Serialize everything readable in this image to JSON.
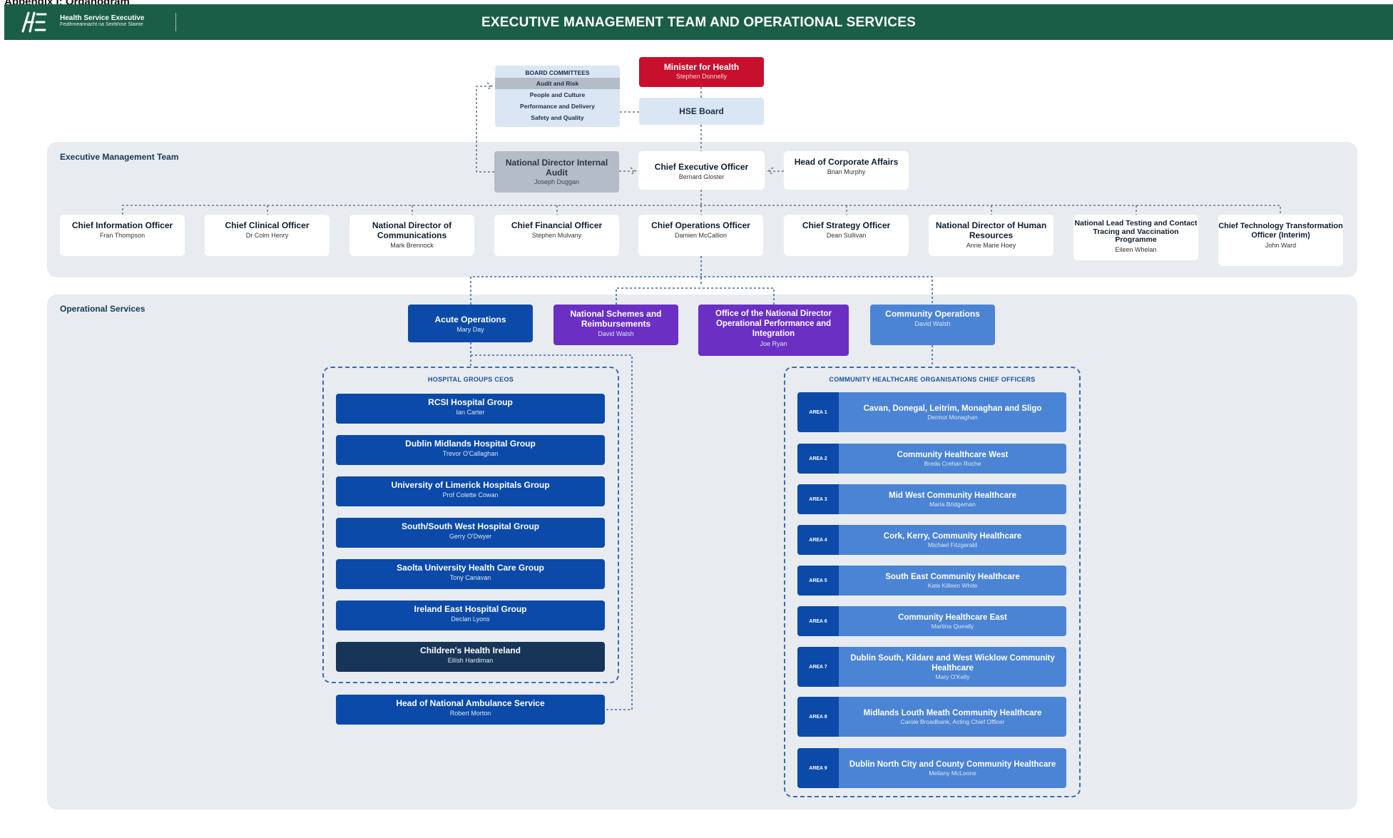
{
  "top_caption": "Appendix I: Organogram",
  "header": {
    "logo_name": "Health Service Executive",
    "logo_tagline": "Feidhmeannacht na Seirbhíse Sláinte",
    "title": "EXECUTIVE MANAGEMENT TEAM AND OPERATIONAL SERVICES"
  },
  "board_committees": {
    "heading": "BOARD COMMITTEES",
    "items": [
      "Audit and Risk",
      "People and Culture",
      "Performance and Delivery",
      "Safety and Quality"
    ]
  },
  "minister": {
    "title": "Minister for Health",
    "name": "Stephen Donnelly"
  },
  "hse_board": {
    "title": "HSE Board"
  },
  "executive_team": {
    "label": "Executive Management Team",
    "internal_audit": {
      "title": "National Director Internal Audit",
      "name": "Joseph Duggan"
    },
    "ceo": {
      "title": "Chief Executive Officer",
      "name": "Bernard Gloster"
    },
    "corporate_affairs": {
      "title": "Head of Corporate Affairs",
      "name": "Brian Murphy"
    },
    "members": [
      {
        "title": "Chief Information Officer",
        "name": "Fran Thompson"
      },
      {
        "title": "Chief Clinical Officer",
        "name": "Dr Colm Henry"
      },
      {
        "title": "National Director of Communications",
        "name": "Mark Brennock"
      },
      {
        "title": "Chief Financial Officer",
        "name": "Stephen Mulvany"
      },
      {
        "title": "Chief Operations Officer",
        "name": "Damien McCallion"
      },
      {
        "title": "Chief Strategy Officer",
        "name": "Dean Sullivan"
      },
      {
        "title": "National Director of Human Resources",
        "name": "Anne Marie Hoey"
      },
      {
        "title": "National Lead Testing and Contact Tracing and Vaccination Programme",
        "name": "Eileen Whelan"
      },
      {
        "title": "Chief Technology Transformation Officer (Interim)",
        "name": "John Ward"
      }
    ]
  },
  "operational_services": {
    "label": "Operational Services",
    "acute": {
      "title": "Acute Operations",
      "name": "Mary Day"
    },
    "schemes": {
      "title": "National Schemes and Reimbursements",
      "name": "David Walsh"
    },
    "performance": {
      "title": "Office of the National Director Operational Performance and Integration",
      "name": "Joe Ryan"
    },
    "community": {
      "title": "Community Operations",
      "name": "David Walsh"
    },
    "hospital_groups_title": "HOSPITAL GROUPS CEOS",
    "hospital_groups": [
      {
        "title": "RCSI Hospital Group",
        "name": "Ian Carter"
      },
      {
        "title": "Dublin Midlands Hospital Group",
        "name": "Trevor O'Callaghan"
      },
      {
        "title": "University of Limerick Hospitals Group",
        "name": "Prof Colette Cowan"
      },
      {
        "title": "South/South West Hospital Group",
        "name": "Gerry O'Dwyer"
      },
      {
        "title": "Saolta University Health Care Group",
        "name": "Tony Canavan"
      },
      {
        "title": "Ireland East Hospital Group",
        "name": "Declan Lyons"
      },
      {
        "title": "Children's Health Ireland",
        "name": "Eilísh Hardiman"
      }
    ],
    "ambulance": {
      "title": "Head of National Ambulance Service",
      "name": "Robert Morton"
    },
    "cho_title": "COMMUNITY HEALTHCARE ORGANISATIONS CHIEF OFFICERS",
    "chos": [
      {
        "area": "AREA 1",
        "title": "Cavan, Donegal, Leitrim, Monaghan and Sligo",
        "name": "Dermot Monaghan"
      },
      {
        "area": "AREA 2",
        "title": "Community Healthcare West",
        "name": "Breda Crehan Roche"
      },
      {
        "area": "AREA 3",
        "title": "Mid West Community Healthcare",
        "name": "Maria Bridgeman"
      },
      {
        "area": "AREA 4",
        "title": "Cork, Kerry, Community Healthcare",
        "name": "Michael Fitzgerald"
      },
      {
        "area": "AREA 5",
        "title": "South East Community Healthcare",
        "name": "Kate Killeen White"
      },
      {
        "area": "AREA 6",
        "title": "Community Healthcare East",
        "name": "Martina Queally"
      },
      {
        "area": "AREA 7",
        "title": "Dublin South, Kildare and West Wicklow Community Healthcare",
        "name": "Mary O'Kelly"
      },
      {
        "area": "AREA 8",
        "title": "Midlands Louth Meath Community Healthcare",
        "name": "Carole Broadbank, Acting Chief Officer"
      },
      {
        "area": "AREA 9",
        "title": "Dublin North City and County Community Healthcare",
        "name": "Mellany McLoone"
      }
    ]
  },
  "colors": {
    "header_green": "#1b5e48",
    "minister_red": "#c8102e",
    "acute_blue": "#0b4aa8",
    "purple": "#6b2fc4",
    "community_blue": "#4b84d4",
    "chi_navy": "#173558"
  }
}
